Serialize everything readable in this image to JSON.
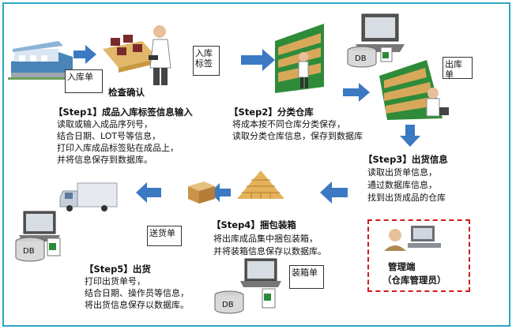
{
  "labels": {
    "db": "DB",
    "inspection": "检查确认"
  },
  "documents": {
    "inbound_sheet": "入库单",
    "inbound_label_1": "入库",
    "inbound_label_2": "标签",
    "outbound_sheet": "出库单",
    "delivery_note": "送货单",
    "packing_list": "装箱单"
  },
  "steps": [
    {
      "title": "【Step1】成品入库标签信息输入",
      "lines": [
        "读取或输入成品序列号，",
        "结合日期、LOT号等信息，",
        "打印入库成品标签贴在成品上，",
        "并将信息保存到数据库。"
      ]
    },
    {
      "title": "【Step2】分类仓库",
      "lines": [
        "将成本按不同仓库分类保存，",
        "读取分类仓库信息，保存到数据库"
      ]
    },
    {
      "title": "【Step3】出货信息",
      "lines": [
        "读取出货单信息，",
        "通过数据库信息，",
        "找到出货成品的仓库"
      ]
    },
    {
      "title": "【Step4】捆包装箱",
      "lines": [
        "将出库成品集中捆包装箱，",
        "并将装箱信息保存以数据库。"
      ]
    },
    {
      "title": "【Step5】出货",
      "lines": [
        "打印出货单号，",
        "结合日期、操作员等信息，",
        "将出货信息保存以数据库。"
      ]
    }
  ],
  "manager": {
    "title": "管理端",
    "subtitle": "（仓库管理员）"
  },
  "colors": {
    "arrow": "#3b79c3",
    "border": "#2aa8c4",
    "manager_box": "#d11a1a"
  }
}
